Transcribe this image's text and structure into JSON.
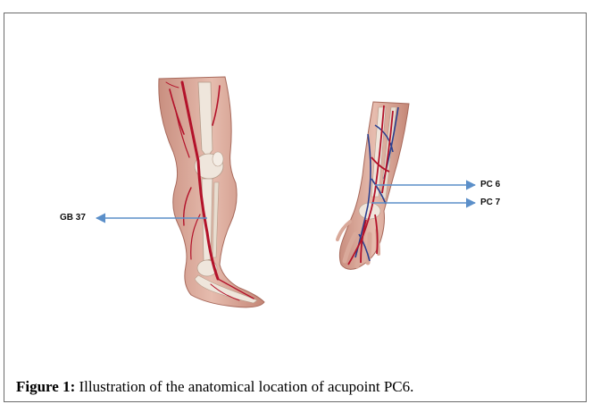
{
  "figure": {
    "labels": {
      "gb37": "GB 37",
      "pc6": "PC 6",
      "pc7": "PC 7"
    },
    "caption": {
      "lead": "Figure 1:",
      "text": " Illustration of the anatomical location of acupoint PC6."
    },
    "colors": {
      "arrow": "#5b8fc9",
      "skin": "#d9a99a",
      "artery": "#b3122a",
      "vein": "#2a3f8f",
      "bone": "#efe6dc"
    }
  }
}
